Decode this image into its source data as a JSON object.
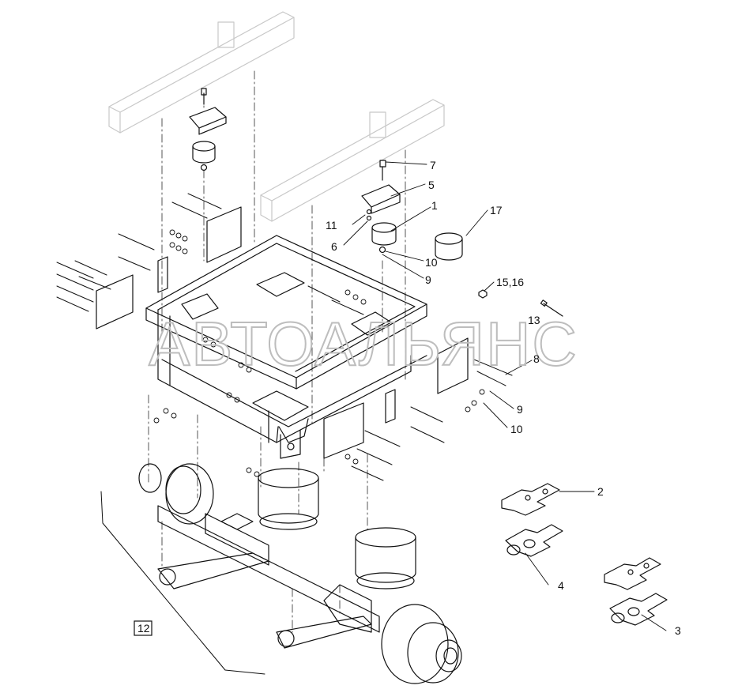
{
  "watermark": "АВТОАЛЬЯНС",
  "callouts": {
    "c1": "1",
    "c2": "2",
    "c3": "3",
    "c4": "4",
    "c5": "5",
    "c6": "6",
    "c7": "7",
    "c8": "8",
    "c9a": "9",
    "c9b": "9",
    "c10a": "10",
    "c10b": "10",
    "c11": "11",
    "c12": "12",
    "c13": "13",
    "c15": "15,16",
    "c17": "17"
  },
  "colors": {
    "line": "#111111",
    "ghost": "#c8c8c8",
    "watermark": "#bdbdbd"
  }
}
